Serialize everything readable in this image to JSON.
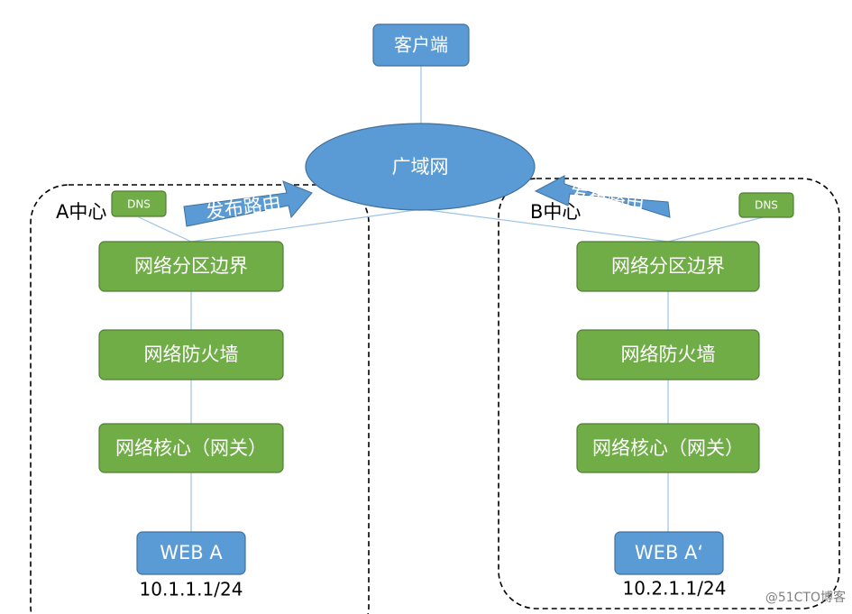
{
  "colors": {
    "blue_fill": "#5b9bd5",
    "blue_stroke": "#41719c",
    "green_fill": "#70ad47",
    "green_stroke": "#507e32",
    "connector": "#9dc3e6",
    "dashed_border": "#000000",
    "text_dark": "#000000",
    "text_light": "#ffffff"
  },
  "client": {
    "label": "客户端"
  },
  "wan": {
    "label": "广域网"
  },
  "center_a": {
    "label": "A中心",
    "dns": "DNS",
    "route_arrow": "发布路由",
    "boundary": "网络分区边界",
    "firewall": "网络防火墙",
    "core": "网络核心（网关）",
    "web": "WEB A",
    "subnet": "10.1.1.1/24"
  },
  "center_b": {
    "label": "B中心",
    "dns": "DNS",
    "route_arrow": "发布路由",
    "boundary": "网络分区边界",
    "firewall": "网络防火墙",
    "core": "网络核心（网关）",
    "web": "WEB A‘",
    "subnet": "10.2.1.1/24"
  },
  "watermark": "@51CTO博客"
}
